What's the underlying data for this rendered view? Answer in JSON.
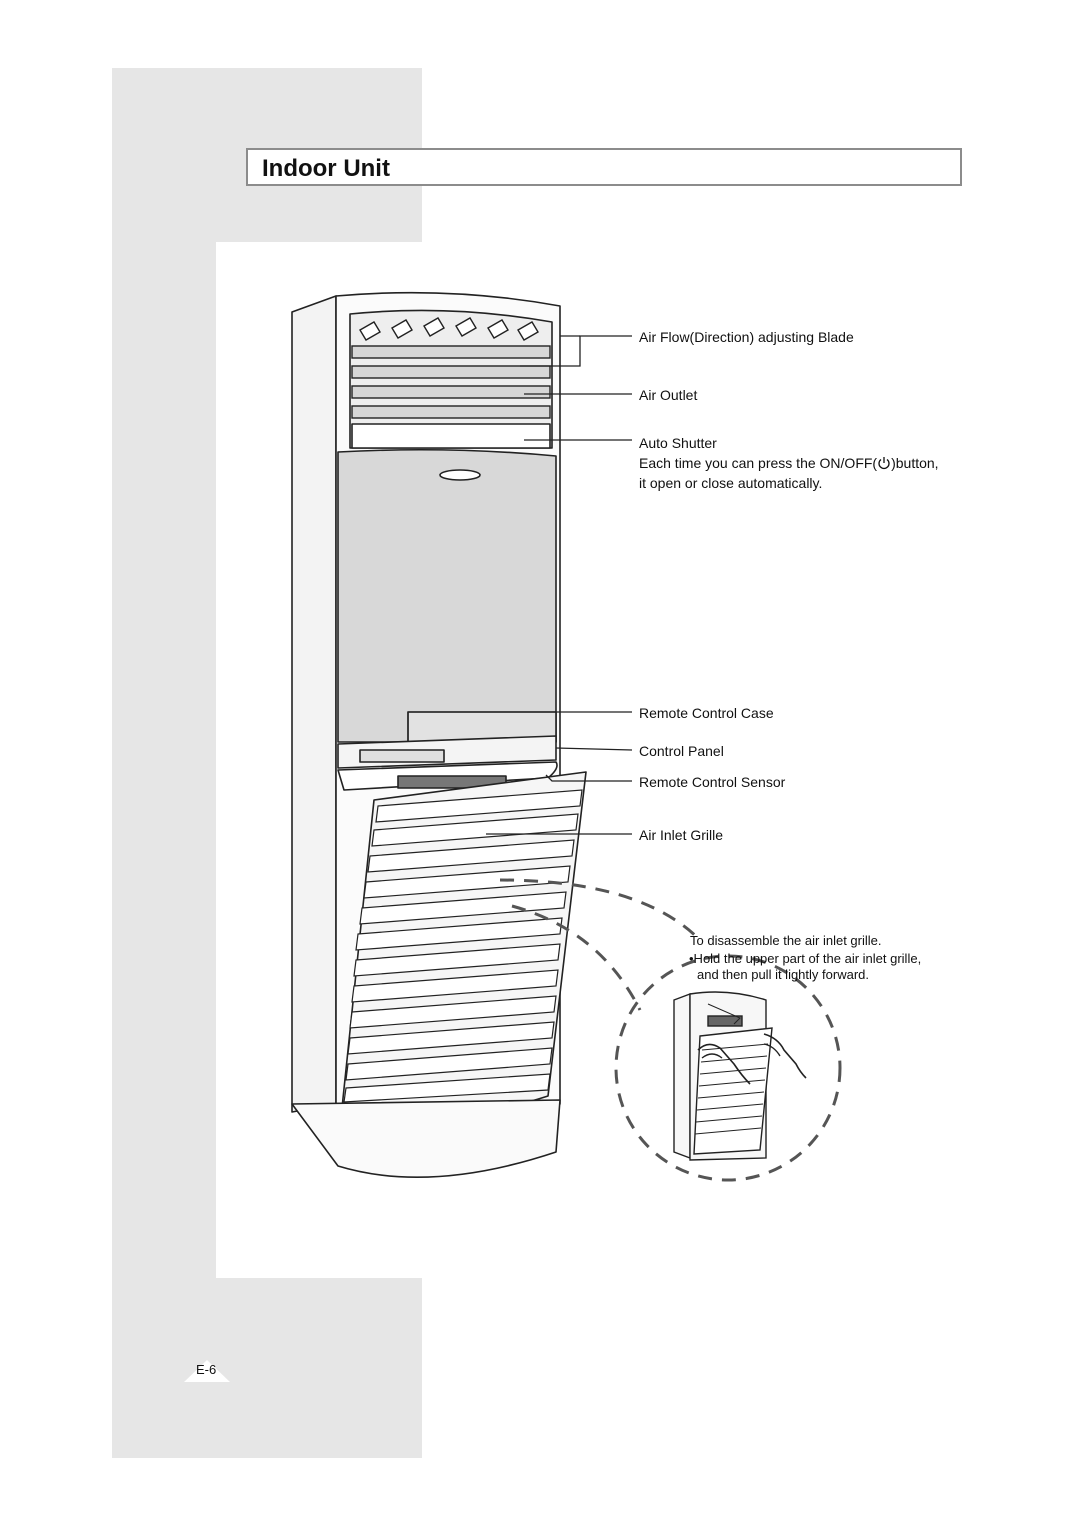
{
  "page": {
    "title": "Indoor Unit",
    "page_number": "E-6"
  },
  "callouts": {
    "blade": "Air Flow(Direction) adjusting Blade",
    "outlet": "Air Outlet",
    "shutter_title": "Auto Shutter",
    "shutter_desc_before": "Each time you can press the ON/OFF(",
    "shutter_desc_after": ")button,",
    "shutter_desc_line2": "it open or close automatically.",
    "remote_case": "Remote Control Case",
    "control_panel": "Control Panel",
    "remote_sensor": "Remote Control Sensor",
    "inlet_grille": "Air Inlet Grille"
  },
  "disassembly": {
    "heading": "To disassemble the air inlet grille.",
    "step_line1": "•Hold the upper part of the air inlet grille,",
    "step_line2": "and then pull it lightly forward."
  },
  "icons": [
    "power-icon",
    "hand-icon"
  ],
  "colors": {
    "band": "#e6e6e6",
    "frame": "#8c8c8c"
  }
}
